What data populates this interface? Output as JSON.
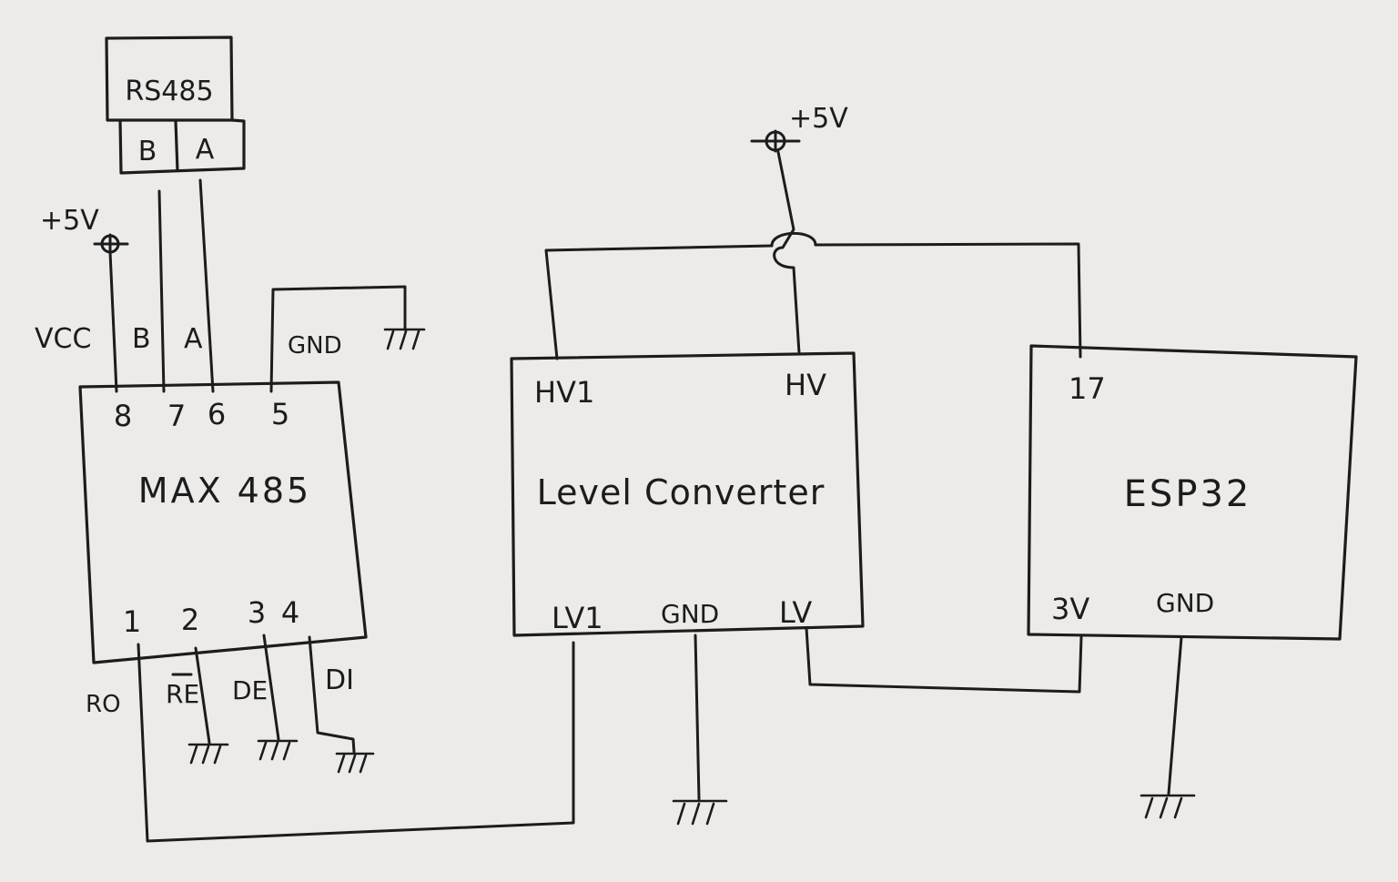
{
  "rs485": {
    "title": "RS485",
    "pin_b": "B",
    "pin_a": "A"
  },
  "supply": {
    "max485": "+5V",
    "level": "+5V"
  },
  "max485": {
    "title": "MAX 485",
    "labels": {
      "vcc": "VCC",
      "b": "B",
      "a": "A",
      "gnd": "GND",
      "ro": "RO",
      "re": "RE",
      "de": "DE",
      "di": "DI"
    },
    "top_pins": [
      "8",
      "7",
      "6",
      "5"
    ],
    "bottom_pins": [
      "1",
      "2",
      "3",
      "4"
    ]
  },
  "level_converter": {
    "title": "Level Converter",
    "pins": {
      "hv1": "HV1",
      "hv": "HV",
      "lv1": "LV1",
      "gnd": "GND",
      "lv": "LV"
    }
  },
  "esp32": {
    "title": "ESP32",
    "pins": {
      "gpio": "17",
      "v3": "3V",
      "gnd": "GND"
    }
  }
}
